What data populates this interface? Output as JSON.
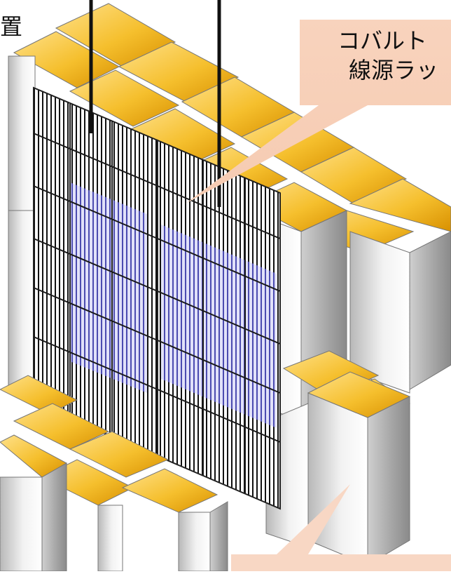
{
  "labels": {
    "left_fragment": "置",
    "cobalt_line1": "コバルト",
    "cobalt_line2": "線源ラッ"
  },
  "colors": {
    "box_top": "#f6c23a",
    "box_side_light": "#e7e7e7",
    "box_side_dark": "#a9a9a9",
    "callout_fill": "#f8d7c4",
    "callout_fill_bottom": "#fbe6da",
    "panel_stripe": "#111111",
    "panel_blue": "#8d8de6"
  },
  "icons": {
    "callout_top": "speech-callout-shape",
    "callout_bottom": "speech-callout-shape",
    "storage_rack": "storage-rack-illustration"
  }
}
